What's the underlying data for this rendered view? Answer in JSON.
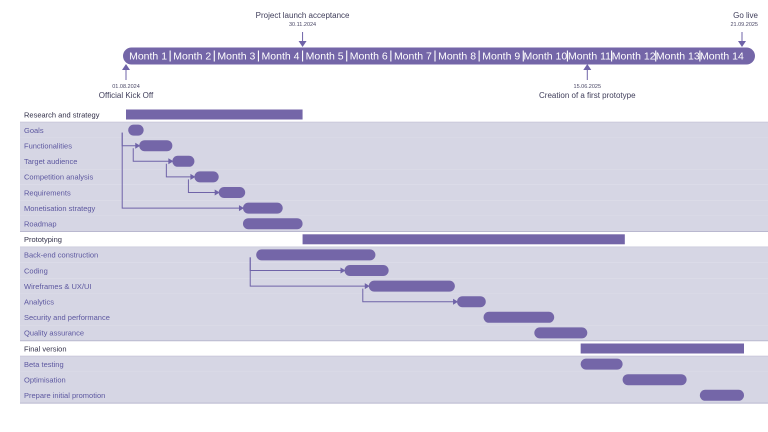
{
  "chart_data": {
    "type": "gantt",
    "colors": {
      "bar": "#7466a8",
      "band": "#d6d6e4",
      "band_line": "#b9b8cf",
      "connector": "#6f63a8",
      "header": "#7466a8"
    },
    "months": [
      "Month 1",
      "Month 2",
      "Month 3",
      "Month 4",
      "Month 5",
      "Month 6",
      "Month 7",
      "Month 8",
      "Month 9",
      "Month 10",
      "Month 11",
      "Month 12",
      "Month 13",
      "Month 14"
    ],
    "milestones": [
      {
        "title": "Project launch acceptance",
        "date": "30.11.2024",
        "month": 4.0,
        "position": "above"
      },
      {
        "title": "Go live",
        "date": "21.09.2025",
        "month": 14.0,
        "position": "above"
      },
      {
        "title": "Official Kick Off",
        "date": "01.08.2024",
        "month": 0.0,
        "position": "below"
      },
      {
        "title": "Creation of a first prototype",
        "date": "15.06.2025",
        "month": 10.45,
        "position": "below"
      }
    ],
    "phases": [
      {
        "name": "Research and strategy",
        "start": 0.0,
        "end": 4.0,
        "tasks": [
          {
            "name": "Goals",
            "start": 0.05,
            "end": 0.4
          },
          {
            "name": "Functionalities",
            "start": 0.3,
            "end": 1.05
          },
          {
            "name": "Target audience",
            "start": 1.05,
            "end": 1.55
          },
          {
            "name": "Competition analysis",
            "start": 1.55,
            "end": 2.1
          },
          {
            "name": "Requirements",
            "start": 2.1,
            "end": 2.7
          },
          {
            "name": "Monetisation strategy",
            "start": 2.65,
            "end": 3.55
          },
          {
            "name": "Roadmap",
            "start": 2.65,
            "end": 4.0
          }
        ]
      },
      {
        "name": "Prototyping",
        "start": 4.0,
        "end": 11.3,
        "tasks": [
          {
            "name": "Back-end construction",
            "start": 2.95,
            "end": 5.65
          },
          {
            "name": "Coding",
            "start": 4.95,
            "end": 5.95
          },
          {
            "name": "Wireframes & UX/UI",
            "start": 5.5,
            "end": 7.45
          },
          {
            "name": "Analytics",
            "start": 7.5,
            "end": 8.15
          },
          {
            "name": "Security and performance",
            "start": 8.1,
            "end": 9.7
          },
          {
            "name": "Quality assurance",
            "start": 9.25,
            "end": 10.45
          }
        ]
      },
      {
        "name": "Final version",
        "start": 10.3,
        "end": 14.0,
        "tasks": [
          {
            "name": "Beta testing",
            "start": 10.3,
            "end": 11.25
          },
          {
            "name": "Optimisation",
            "start": 11.25,
            "end": 12.7
          },
          {
            "name": "Prepare initial promotion",
            "start": 13.0,
            "end": 14.0
          }
        ]
      }
    ],
    "dependencies": [
      {
        "from": "Goals",
        "to": "Monetisation strategy"
      },
      {
        "from": "Goals",
        "to": "Functionalities"
      },
      {
        "from": "Functionalities",
        "to": "Target audience"
      },
      {
        "from": "Target audience",
        "to": "Competition analysis"
      },
      {
        "from": "Competition analysis",
        "to": "Requirements"
      },
      {
        "from": "Back-end construction",
        "to": "Coding"
      },
      {
        "from": "Back-end construction",
        "to": "Wireframes & UX/UI"
      },
      {
        "from": "Wireframes & UX/UI",
        "to": "Analytics"
      }
    ]
  }
}
